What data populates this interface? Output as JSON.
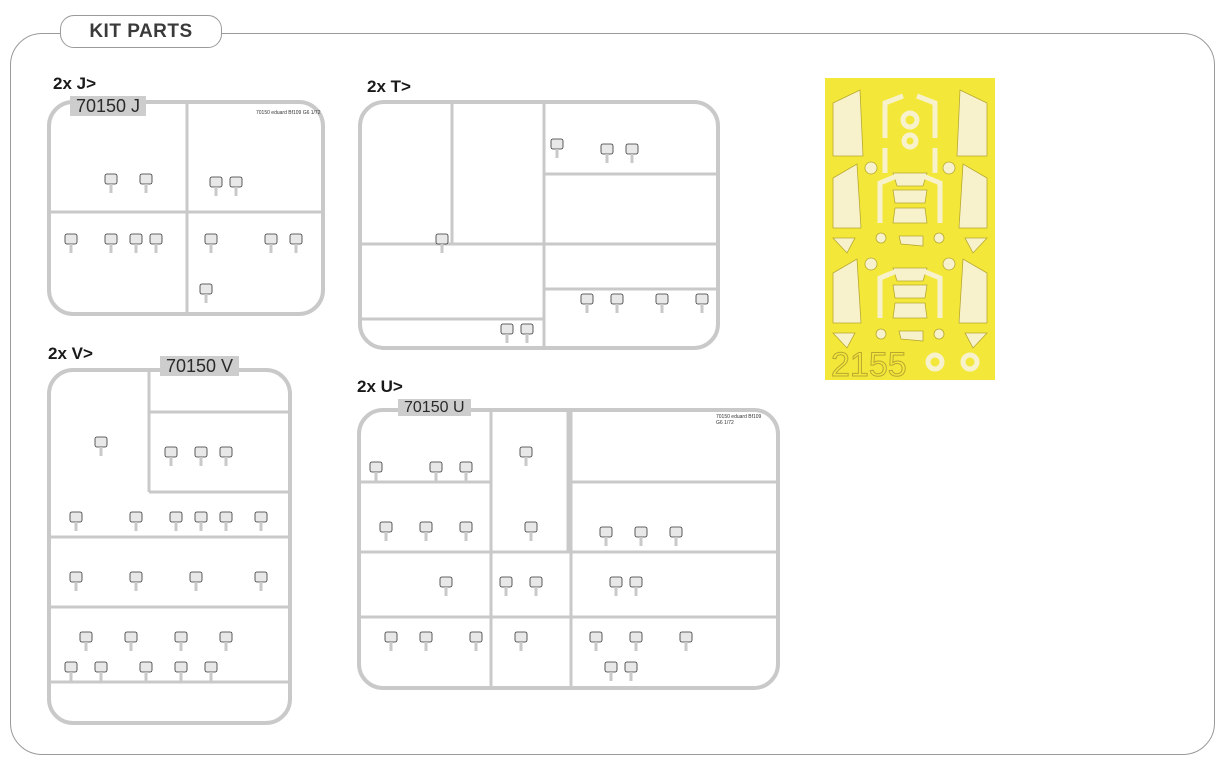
{
  "header": {
    "title": "KIT PARTS"
  },
  "sprues": [
    {
      "id": "J",
      "quantity_label": "2x J>",
      "code": "70150 J",
      "mold_text": "70150 eduard Bf109 G6 1/72"
    },
    {
      "id": "T",
      "quantity_label": "2x T>"
    },
    {
      "id": "V",
      "quantity_label": "2x V>",
      "code": "70150 V"
    },
    {
      "id": "U",
      "quantity_label": "2x U>",
      "code": "70150 U",
      "mold_text": "70150 eduard Bf109 G6 1/72"
    }
  ],
  "mask": {
    "number": "2155",
    "color": "#f3e83a"
  }
}
